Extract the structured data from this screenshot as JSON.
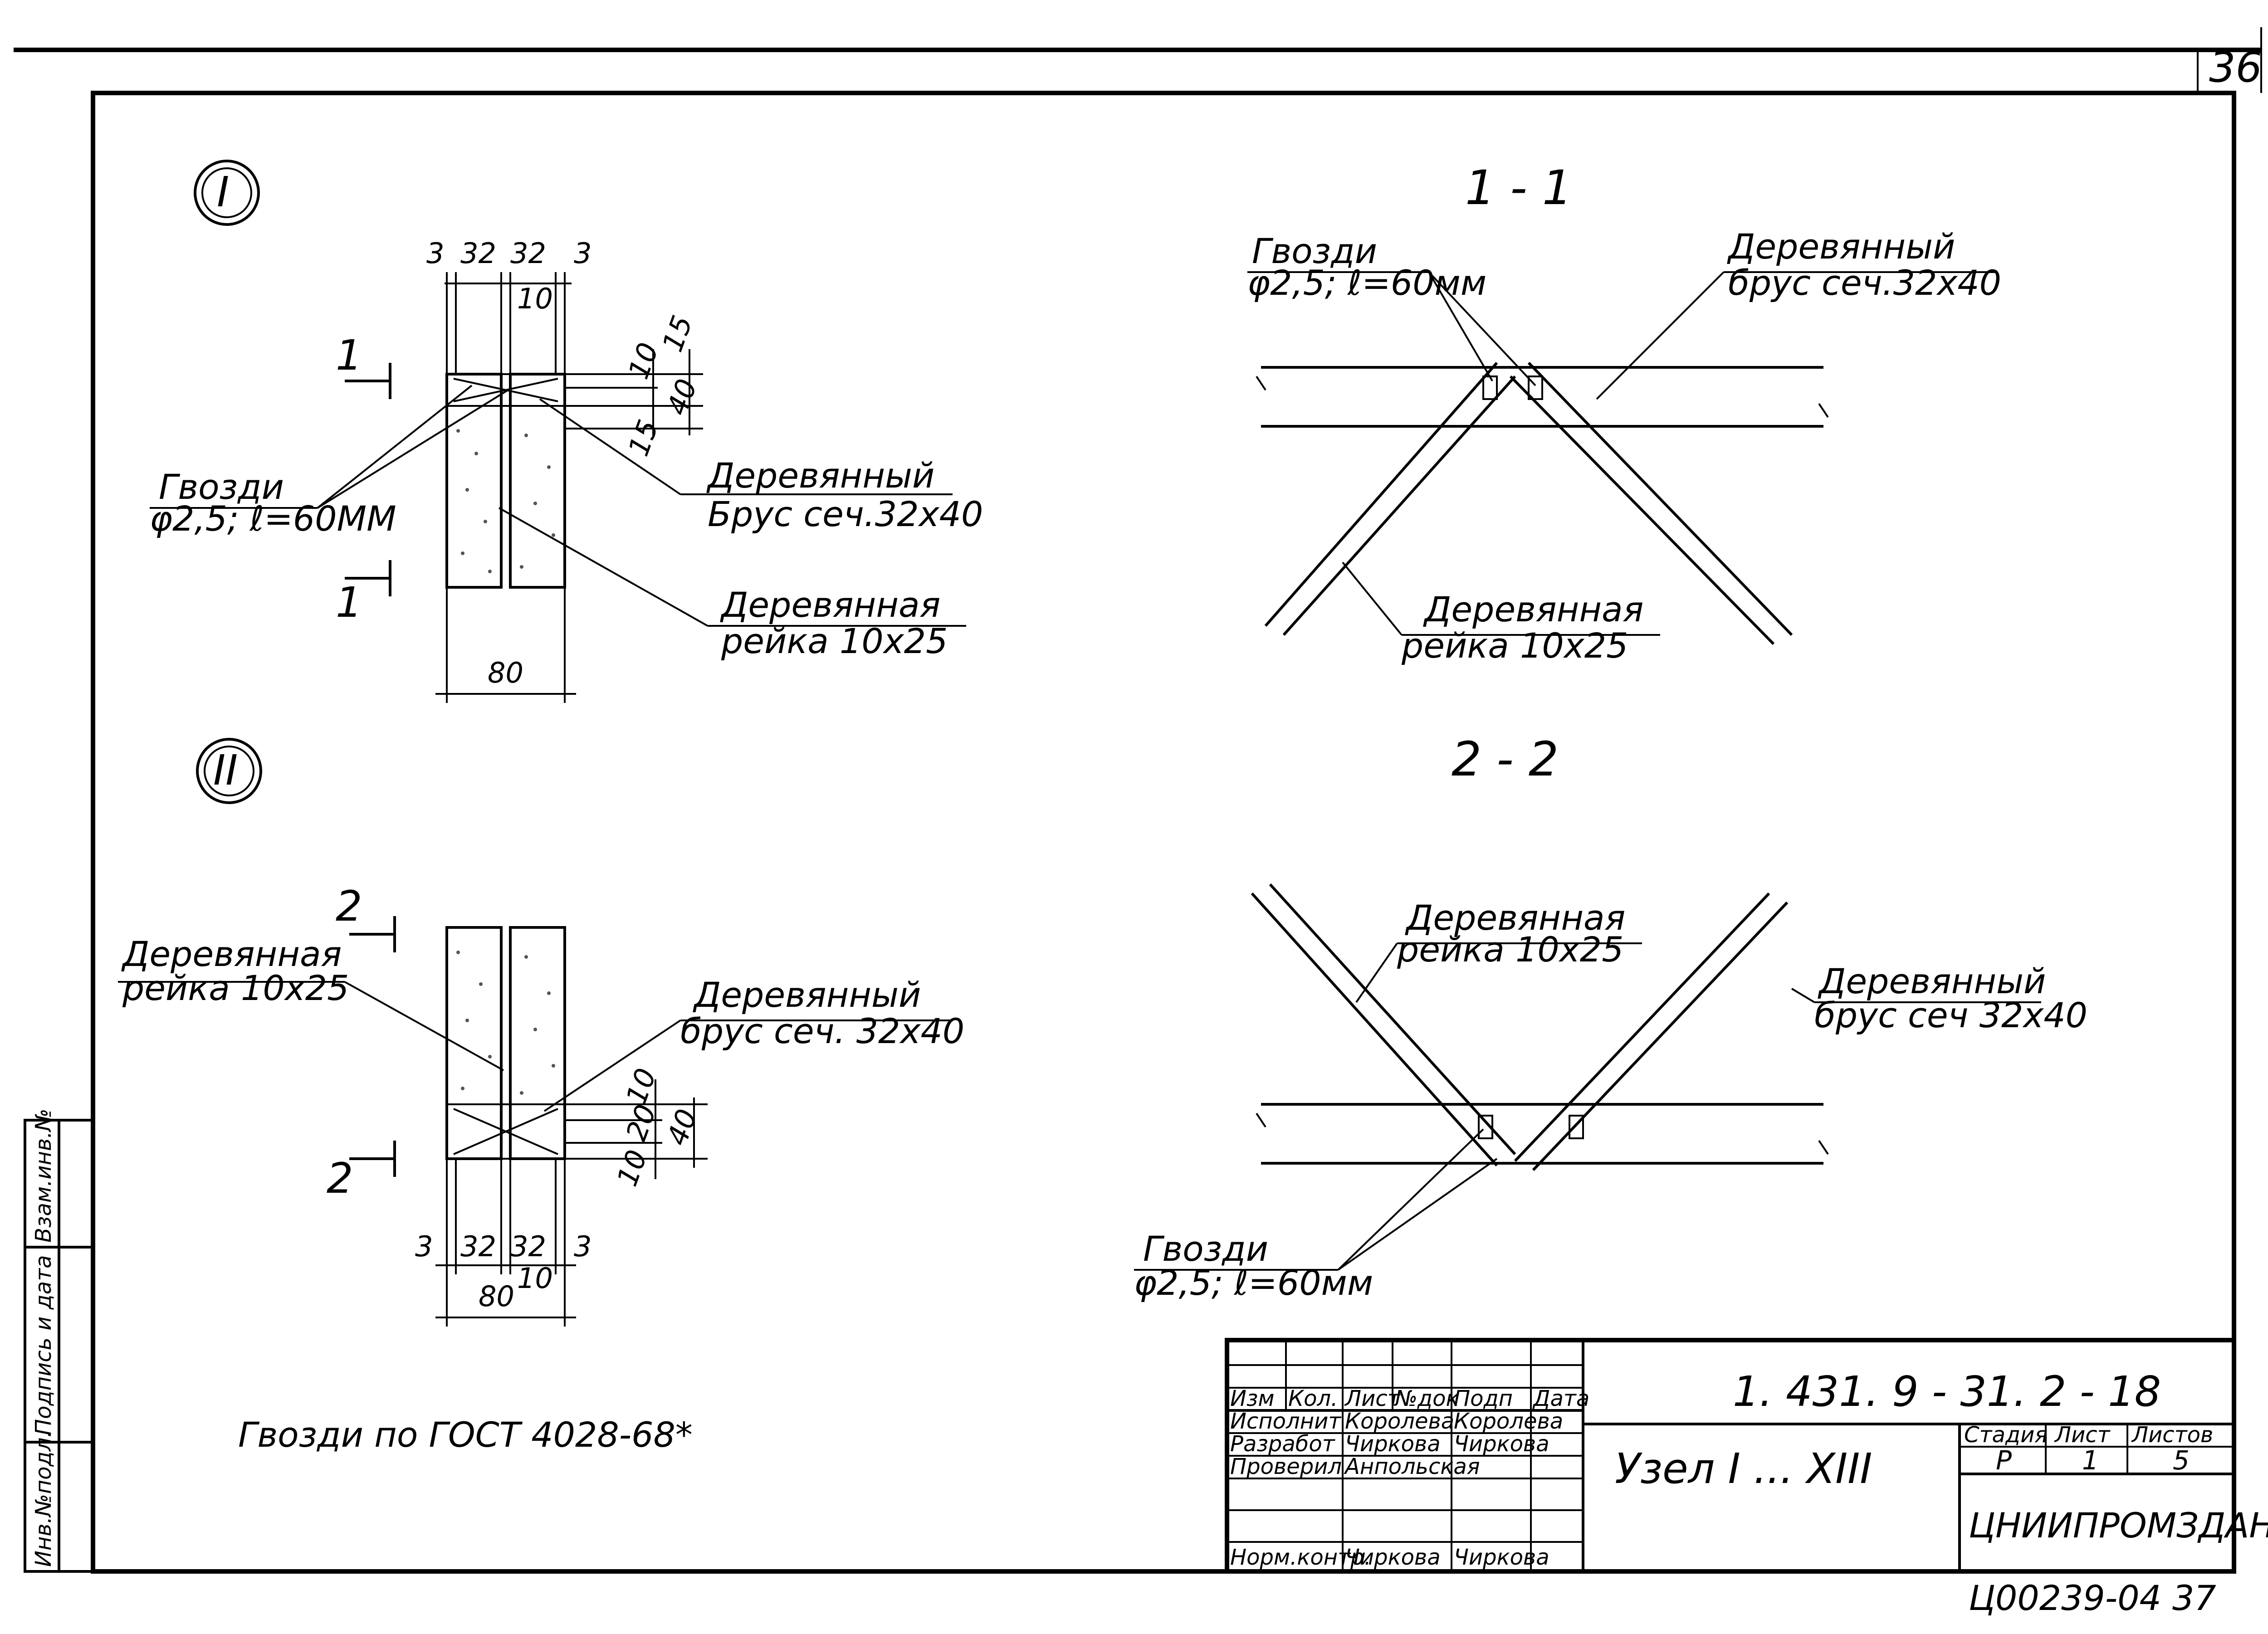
{
  "sheet_number": "36",
  "nodes": {
    "node1": {
      "marker": "I",
      "dims_top": [
        "3",
        "32",
        "32",
        "3"
      ],
      "dim_top_sub": "10",
      "dims_right": [
        "10",
        "15",
        "40",
        "15"
      ],
      "dim_bottom": "80",
      "cut_mark": "1",
      "nails_label_1": "Гвозди",
      "nails_label_2": "φ2,5; ℓ=60ММ",
      "beam_label_1": "Деревянный",
      "beam_label_2": "Брус сеч.32x40",
      "slat_label_1": "Деревянная",
      "slat_label_2": "рейка 10x25"
    },
    "node2": {
      "marker": "II",
      "dims_bottom": [
        "3",
        "32",
        "32",
        "3"
      ],
      "dim_bottom_sub": "10",
      "dims_right": [
        "10",
        "20",
        "40",
        "10"
      ],
      "dim_bottom_total": "80",
      "cut_mark": "2",
      "slat_label_1": "Деревянная",
      "slat_label_2": "рейка 10x25",
      "beam_label_1": "Деревянный",
      "beam_label_2": "брус сеч. 32x40"
    }
  },
  "section_1": {
    "title": "1 - 1",
    "nails_label_1": "Гвозди",
    "nails_label_2": "φ2,5; ℓ=60мм",
    "beam_label_1": "Деревянный",
    "beam_label_2": "брус сеч.32x40",
    "slat_label_1": "Деревянная",
    "slat_label_2": "рейка 10x25"
  },
  "section_2": {
    "title": "2 - 2",
    "slat_label_1": "Деревянная",
    "slat_label_2": "рейка 10x25",
    "beam_label_1": "Деревянный",
    "beam_label_2": "брус сеч 32x40",
    "nails_label_1": "Гвозди",
    "nails_label_2": "φ2,5; ℓ=60мм"
  },
  "note": "Гвозди по ГОСТ 4028-68*",
  "side_stamp": [
    "Инв.№подл.",
    "Подпись и дата",
    "Взам.инв.№"
  ],
  "title_block": {
    "doc_code": "1. 431. 9 - 31. 2 - 18",
    "title": "Узел I ... XIII",
    "col_headers": [
      "Изм",
      "Кол.",
      "Лист",
      "№док",
      "Подп",
      "Дата"
    ],
    "roles": [
      "Исполнит",
      "Разработ",
      "Проверил",
      "",
      "Норм.контр."
    ],
    "names": [
      "Королева",
      "Чиркова",
      "Анпольская",
      "",
      "Чиркова"
    ],
    "signatures": [
      "Королева",
      "Чиркова",
      "",
      "",
      "Чиркова"
    ],
    "stage_header": "Стадия",
    "sheet_header": "Лист",
    "sheets_header": "Листов",
    "stage": "Р",
    "sheet": "1",
    "sheets": "5",
    "org": "ЦНИИПРОМЗДАНИЙ"
  },
  "archive_number": "Ц00239-04 37"
}
